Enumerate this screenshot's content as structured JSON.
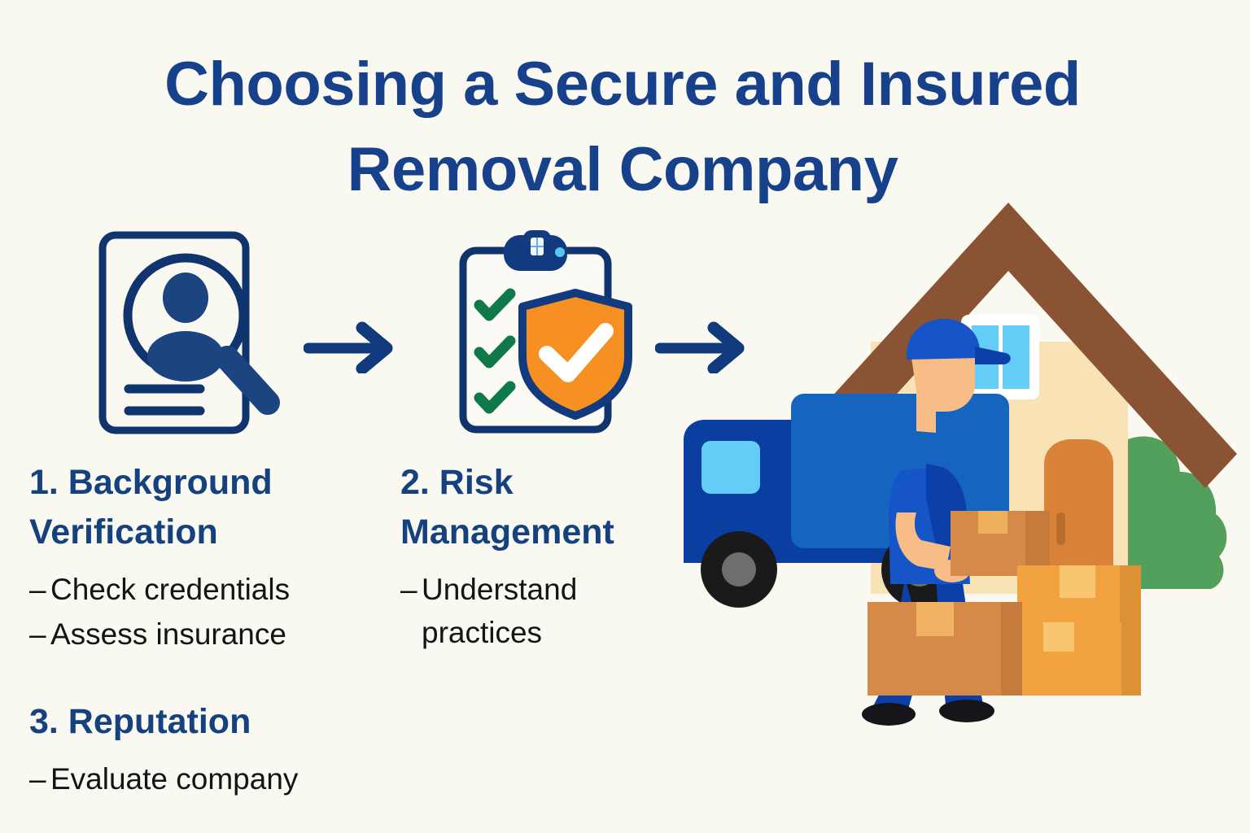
{
  "page": {
    "background_color": "#faf9f1",
    "title_line_1": "Choosing a Secure and Insured",
    "title_line_2": "Removal Company",
    "title_color": "#17418a"
  },
  "flow": {
    "icons": [
      {
        "name": "background-check-document-icon",
        "label": "ID document with magnifying glass and person silhouette"
      },
      {
        "name": "clipboard-shield-icon",
        "label": "Clipboard with green checkmarks and orange shield"
      }
    ],
    "arrows": [
      {
        "name": "flow-arrow-1",
        "glyph": "arrow-right-icon"
      },
      {
        "name": "flow-arrow-2",
        "glyph": "arrow-right-icon"
      }
    ]
  },
  "steps": [
    {
      "heading": "1. Background\nVerification",
      "bullets": [
        "Check credentials",
        "Assess insurance"
      ]
    },
    {
      "heading": "2. Risk\nManagement",
      "bullets": [
        "Understand\npractices"
      ]
    },
    {
      "heading": "3. Reputation",
      "bullets": [
        "Evaluate company"
      ]
    }
  ],
  "illustration": {
    "name": "moving-scene-illustration",
    "elements": [
      "house",
      "roof",
      "window",
      "door",
      "bush",
      "moving-truck",
      "mover-person",
      "cardboard-boxes"
    ]
  },
  "colors": {
    "brand_navy": "#17418a",
    "heading_navy": "#16417f",
    "body_text": "#141414",
    "icon_navy": "#10356e",
    "shield_orange": "#f79022",
    "check_green": "#10794a",
    "truck_cab_blue": "#0a3ea0",
    "truck_box_blue": "#1565c0",
    "truck_window_blue": "#63cdf7",
    "house_wall": "#fae2b7",
    "roof_brown": "#8a5434",
    "door_orange": "#d9833a",
    "bush_green": "#53a05d",
    "box_orange": "#f2a33f",
    "box_brown": "#d68a47",
    "skin": "#f8bc87",
    "tire_black": "#1a1a1a",
    "hub_gray": "#6e6e6e"
  }
}
